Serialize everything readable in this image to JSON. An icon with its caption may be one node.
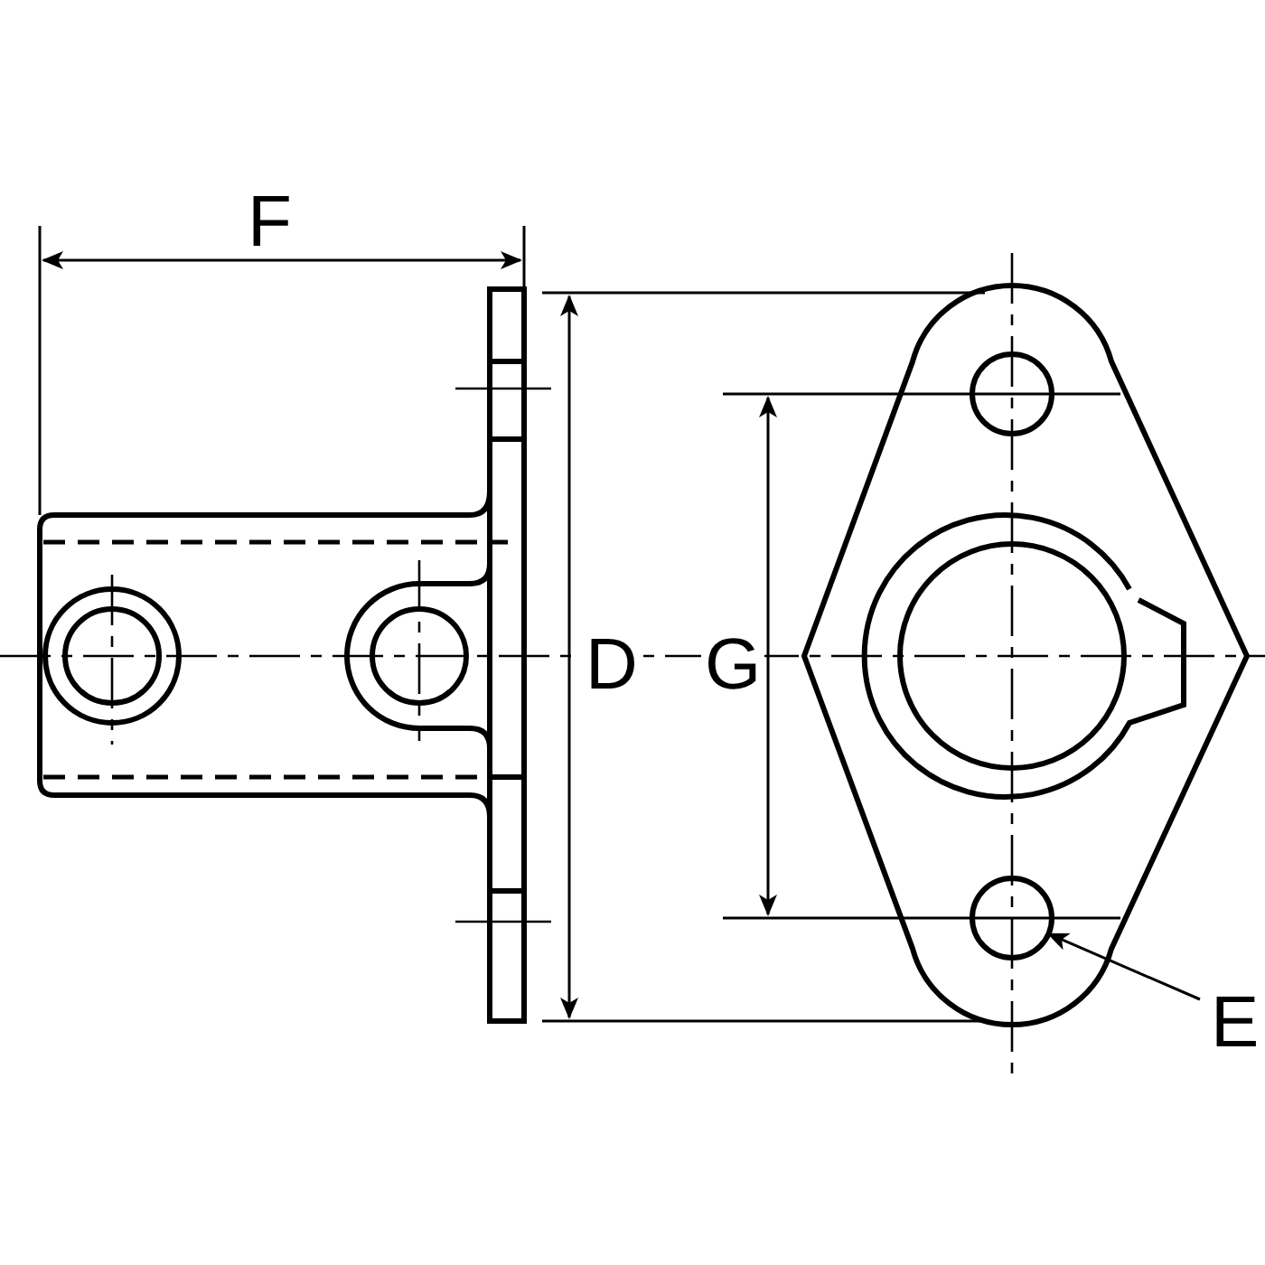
{
  "diagram": {
    "nodes": [
      {
        "text": [
          "E"
        ]
      },
      {
        "text": [],
        "shape": "circle"
      }
    ],
    "edges": [
      {
        "from": 0,
        "to": 1,
        "arrow": "to"
      }
    ],
    "labels": [
      "F",
      "D",
      "G"
    ]
  }
}
